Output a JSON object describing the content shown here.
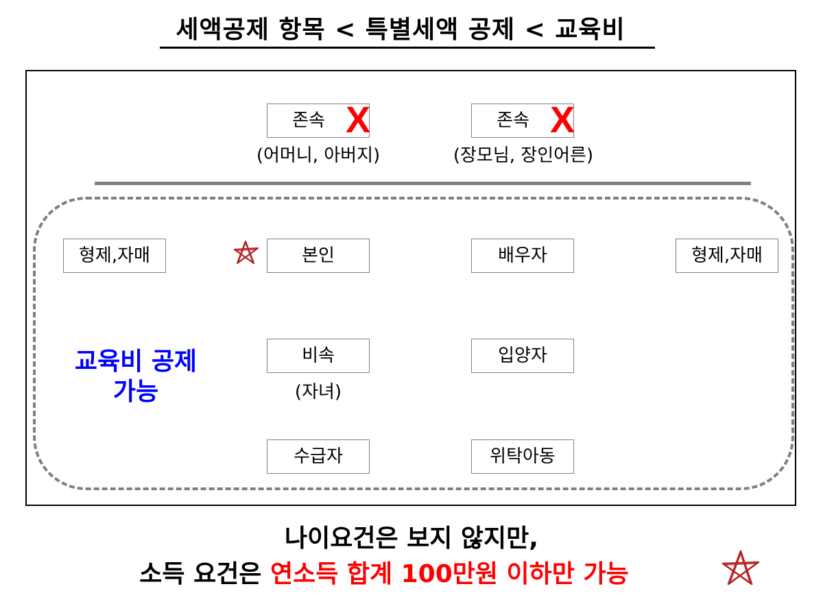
{
  "title": "세액공제 항목 < 특별세액 공제 < 교육비",
  "top_row": {
    "left": {
      "label": "존속",
      "mark": "X",
      "sub": "(어머니, 아버지)"
    },
    "right": {
      "label": "존속",
      "mark": "X",
      "sub": "(장모님, 장인어른)"
    }
  },
  "eligible": {
    "title_line1": "교육비 공제",
    "title_line2": "가능",
    "siblings_left": "형제,자매",
    "self": "본인",
    "spouse": "배우자",
    "siblings_right": "형제,자매",
    "descendant": "비속",
    "descendant_sub": "(자녀)",
    "adoptee": "입양자",
    "recipient": "수급자",
    "foster_child": "위탁아동"
  },
  "bottom": {
    "line1": "나이요건은 보지 않지만,",
    "line2_black": "소득 요건은 ",
    "line2_red": "연소득 합계 100만원 이하만 가능"
  },
  "colors": {
    "x_mark": "#ff0000",
    "eligible_title": "#0000ff",
    "highlight": "#ff0000",
    "star": "#b22222",
    "dash": "#7f7f7f"
  },
  "icons": {
    "self_marker": "star-doodle-icon",
    "bottom_marker": "star-doodle-icon"
  }
}
